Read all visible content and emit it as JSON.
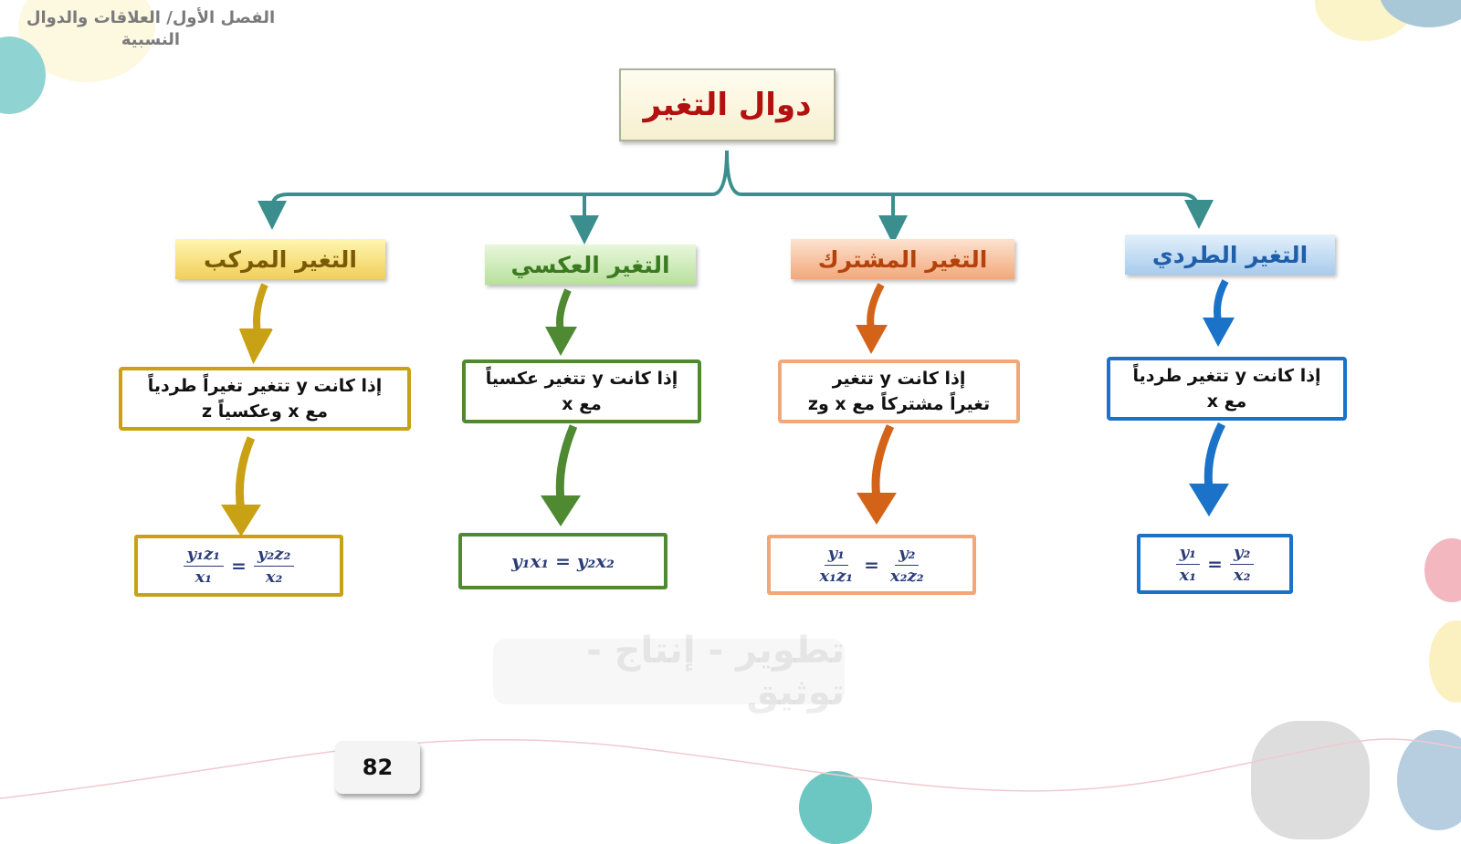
{
  "header": {
    "chapter_line1": "الفصل الأول/ العلاقات والدوال",
    "chapter_line2": "النسبية"
  },
  "title": "دوال التغير",
  "categories": [
    {
      "name": "التغير المركب",
      "desc_line1": "إذا كانت y تتغير تغيراً طردياً",
      "desc_line2": "مع x وعكسياً z",
      "color": "#c9a114"
    },
    {
      "name": "التغير العكسي",
      "desc_line1": "إذا كانت y تتغير عكسياً",
      "desc_line2": "مع x",
      "formula": "y₁x₁ = y₂x₂",
      "color": "#4f8a32"
    },
    {
      "name": "التغير المشترك",
      "desc_line1": "إذا كانت y تتغير",
      "desc_line2": "تغيراً مشتركاً مع x وz",
      "color": "#d4631a"
    },
    {
      "name": "التغير الطردي",
      "desc_line1": "إذا كانت y تتغير طردياً",
      "desc_line2": "مع x",
      "color": "#1a72c9"
    }
  ],
  "formulas": {
    "compound": {
      "num1": "y₁z₁",
      "den1": "x₁",
      "num2": "y₂z₂",
      "den2": "x₂"
    },
    "inverse": "y₁x₁ = y₂x₂",
    "joint": {
      "num1": "y₁",
      "den1": "x₁z₁",
      "num2": "y₂",
      "den2": "x₂z₂"
    },
    "direct": {
      "num1": "y₁",
      "den1": "x₁",
      "num2": "y₂",
      "den2": "x₂"
    },
    "equals": "="
  },
  "watermark": "تطوير - إنتاج - توثيق",
  "page_number": "82"
}
